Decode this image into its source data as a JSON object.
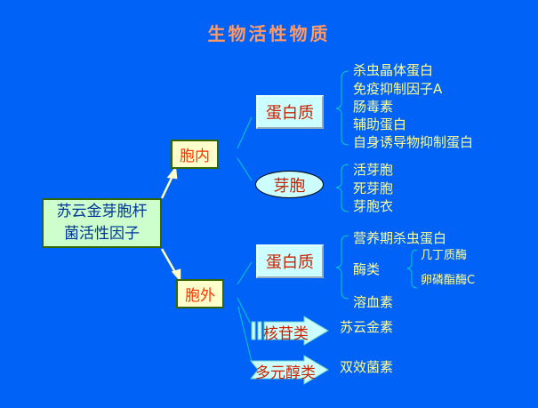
{
  "title": "生物活性物质",
  "root": {
    "line1": "苏云金芽胞杆",
    "line2": "菌活性因子"
  },
  "intracellular": {
    "label": "胞内",
    "protein": {
      "label": "蛋白质",
      "items": [
        "杀虫晶体蛋白",
        "免疫抑制因子A",
        "肠毒素",
        "辅助蛋白",
        "自身诱导物抑制蛋白"
      ]
    },
    "spore": {
      "label": "芽胞",
      "items": [
        "活芽胞",
        "死芽胞",
        "芽胞衣"
      ]
    }
  },
  "extracellular": {
    "label": "胞外",
    "protein": {
      "label": "蛋白质",
      "item1": "营养期杀虫蛋白",
      "enzymes": {
        "label": "酶类",
        "items": [
          "几丁质酶",
          "卵磷酯酶C"
        ]
      },
      "item3": "溶血素"
    },
    "nucleoside": {
      "label": "核苷类",
      "item": "苏云金素"
    },
    "polyol": {
      "label": "多元醇类",
      "item": "双效菌素"
    }
  },
  "colors": {
    "background": "#0062f6",
    "title": "#ff9966",
    "item_text": "#ffff99",
    "connector": "#00cccc"
  }
}
